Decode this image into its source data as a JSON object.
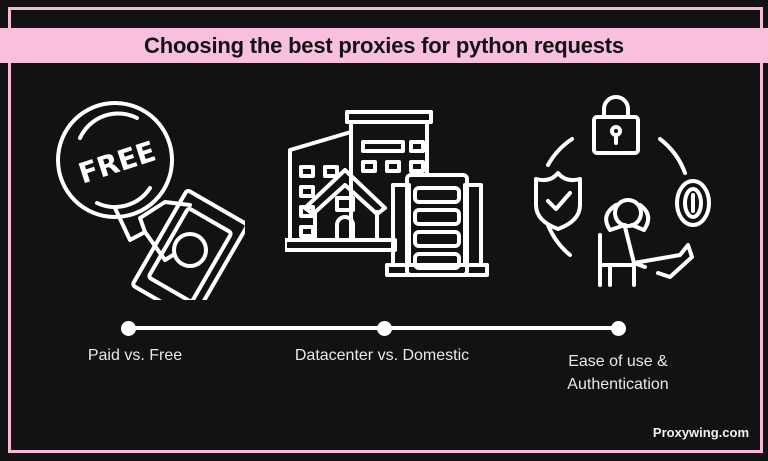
{
  "header": {
    "title": "Choosing the best proxies for python requests"
  },
  "colors": {
    "background": "#121212",
    "accent_pink": "#f9c0de",
    "foreground": "#ffffff"
  },
  "icons": [
    {
      "name": "free-money-icon",
      "badge_text": "FREE"
    },
    {
      "name": "buildings-datacenter-icon"
    },
    {
      "name": "security-authentication-icon"
    }
  ],
  "timeline": {
    "steps": [
      {
        "label": "Paid vs. Free"
      },
      {
        "label": "Datacenter vs. Domestic"
      },
      {
        "label_line1": "Ease of use &",
        "label_line2": "Authentication"
      }
    ]
  },
  "footer": {
    "brand": "Proxywing.com"
  }
}
